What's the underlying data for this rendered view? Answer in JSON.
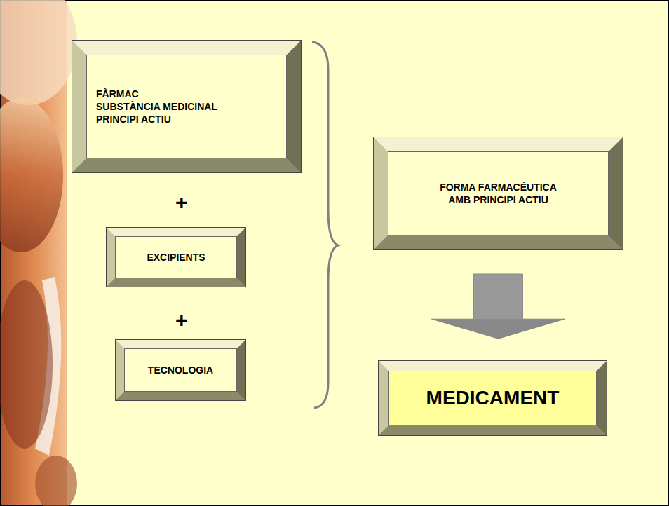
{
  "diagram": {
    "nodes": [
      {
        "text": [
          "FÀRMAC",
          "SUBSTÀNCIA MEDICINAL",
          "PRINCIPI ACTIU"
        ]
      },
      {
        "text": [
          "EXCIPIENTS"
        ]
      },
      {
        "text": [
          "TECNOLOGIA"
        ]
      },
      {
        "text": [
          "FORMA FARMACÈUTICA AMB PRINCIPI ACTIU"
        ]
      },
      {
        "text": [
          "MEDICAMENT"
        ]
      }
    ],
    "edges": [
      {
        "from": 3,
        "to": 4,
        "arrow": "to"
      }
    ],
    "labels": [
      "+",
      "+"
    ]
  }
}
